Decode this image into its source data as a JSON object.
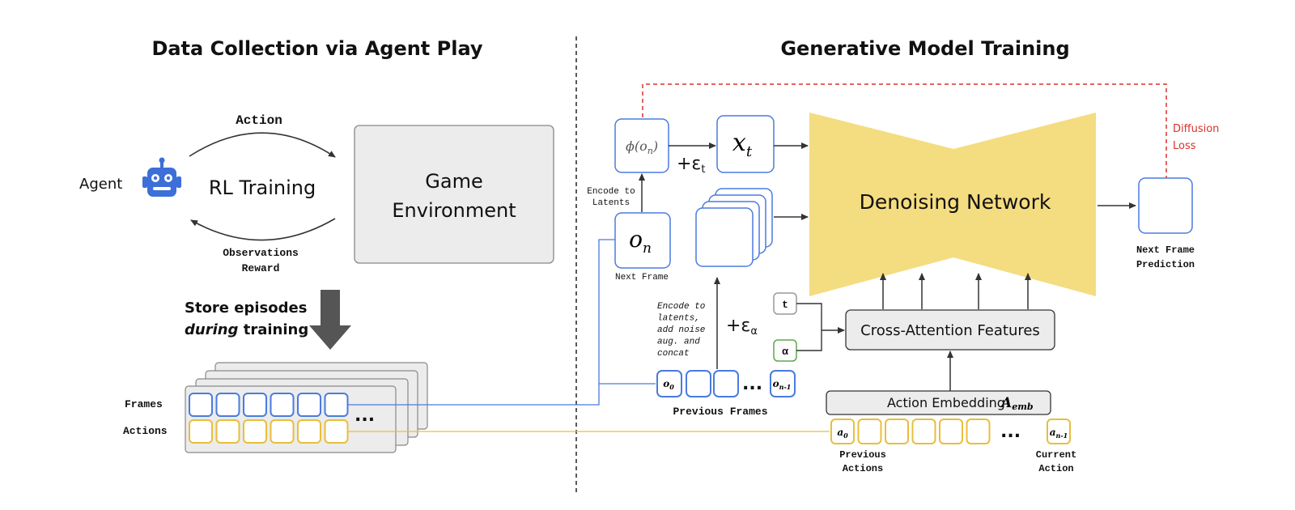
{
  "titles": {
    "left": "Data Collection via Agent Play",
    "right": "Generative Model Training"
  },
  "left": {
    "action_label": "Action",
    "agent_label": "Agent",
    "rl_training": "RL Training",
    "game_env_line1": "Game",
    "game_env_line2": "Environment",
    "observations_label": "Observations",
    "reward_label": "Reward",
    "store_line1": "Store episodes",
    "store_line2_italic": "during",
    "store_line2_rest": " training",
    "frames_label": "Frames",
    "actions_label": "Actions",
    "ellipsis": "..."
  },
  "right": {
    "phi_on": "ϕ(o",
    "phi_sub": "n",
    "phi_close": ")",
    "eps_t": "+ε",
    "eps_t_sub": "t",
    "xt": "x",
    "xt_sub": "t",
    "encode_line1": "Encode to",
    "encode_line2": "Latents",
    "on": "o",
    "on_sub": "n",
    "next_frame": "Next Frame",
    "denoising_network": "Denoising Network",
    "diffusion_line1": "Diffusion",
    "diffusion_line2": "Loss",
    "next_pred_line1": "Next Frame",
    "next_pred_line2": "Prediction",
    "encode_noise_lines": [
      "Encode to",
      "latents,",
      "add noise",
      "aug. and",
      "concat"
    ],
    "eps_alpha": "+ε",
    "eps_alpha_sub": "α",
    "t_token": "t",
    "alpha_token": "α",
    "cross_attention": "Cross-Attention Features",
    "prev_frames_label": "Previous Frames",
    "frame_o0": "o",
    "frame_o0_sub": "0",
    "frame_on1": "o",
    "frame_on1_sub": "n-1",
    "ellipsis": "...",
    "action_embedding": "Action Embedding",
    "aemb": "A",
    "aemb_sub": "emb",
    "act_a0": "a",
    "act_a0_sub": "0",
    "act_an1": "a",
    "act_an1_sub": "n-1",
    "prev_actions_line1": "Previous",
    "prev_actions_line2": "Actions",
    "current_action_line1": "Current",
    "current_action_line2": "Action"
  },
  "colors": {
    "blue": "#4a7bdf",
    "yellow": "#e8be3c",
    "funnel": "#f4dc80",
    "grey_box": "#ececec",
    "red": "#d8322b",
    "green": "#5aa84b",
    "agent": "#3c6fd8"
  }
}
